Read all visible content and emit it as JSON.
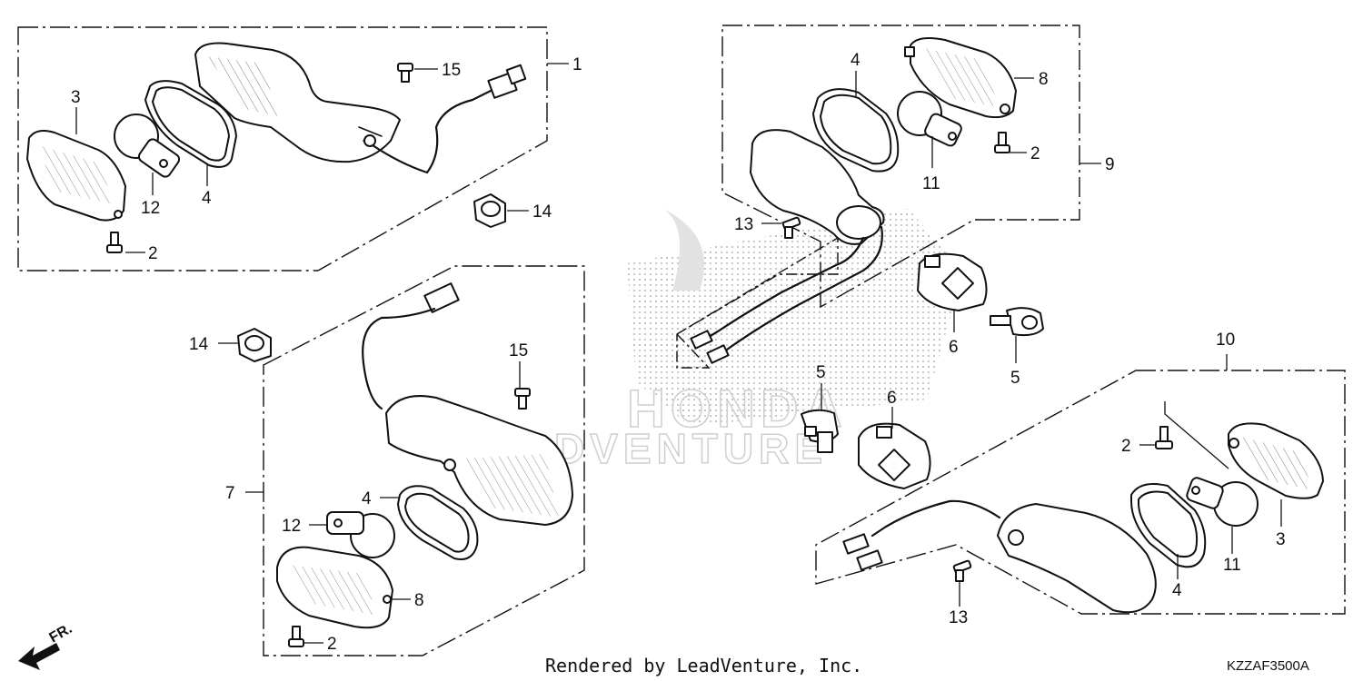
{
  "diagram": {
    "callouts": {
      "c1": "1",
      "c2a": "2",
      "c2b": "2",
      "c2c": "2",
      "c2d": "2",
      "c3a": "3",
      "c3b": "3",
      "c4a": "4",
      "c4b": "4",
      "c4c": "4",
      "c4d": "4",
      "c5a": "5",
      "c5b": "5",
      "c6a": "6",
      "c6b": "6",
      "c7": "7",
      "c8a": "8",
      "c8b": "8",
      "c9": "9",
      "c10": "10",
      "c11a": "11",
      "c11b": "11",
      "c12a": "12",
      "c12b": "12",
      "c13a": "13",
      "c13b": "13",
      "c14a": "14",
      "c14b": "14",
      "c15a": "15",
      "c15b": "15"
    },
    "footer": {
      "credit": "Rendered by LeadVenture, Inc.",
      "diagram_code": "KZZAF3500A"
    },
    "direction": "FR.",
    "watermark": {
      "brand_text": "HONDA",
      "sub_text": "LEADVENTURE"
    }
  }
}
